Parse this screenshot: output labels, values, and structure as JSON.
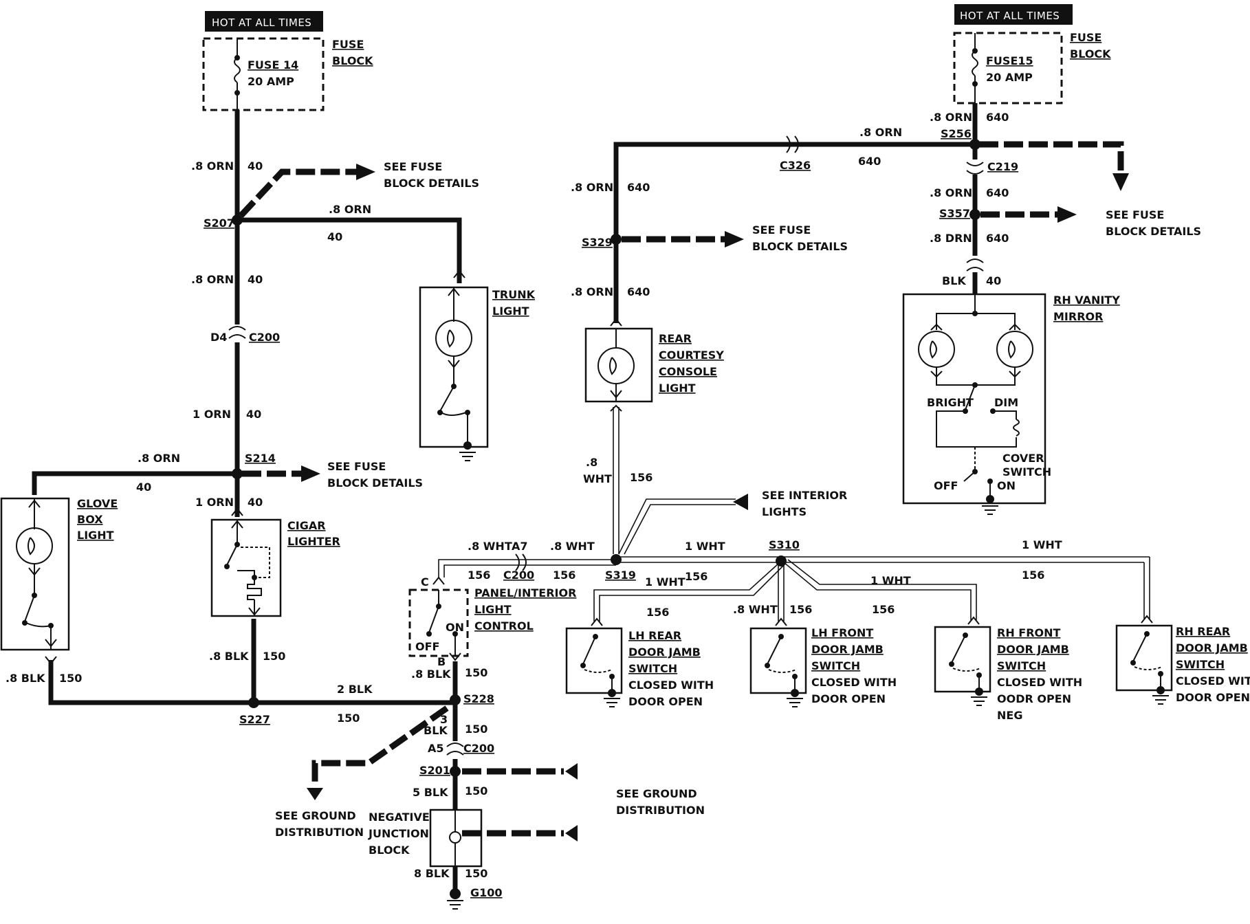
{
  "hot_left": "HOT AT ALL TIMES",
  "hot_right": "HOT AT ALL TIMES",
  "fuse14": {
    "name": "FUSE 14",
    "amp": "20 AMP",
    "block1": "FUSE",
    "block2": "BLOCK"
  },
  "fuse15": {
    "name": "FUSE15",
    "amp": "20 AMP",
    "block1": "FUSE",
    "block2": "BLOCK"
  },
  "left_wires": {
    "w1_color": ".8 ORN",
    "w1_num": "40",
    "s207": "S207",
    "branch_color": ".8 ORN",
    "branch_num": "40",
    "w2_color": ".8 ORN",
    "w2_num": "40",
    "d4": "D4",
    "c200": "C200",
    "w3_color": "1 ORN",
    "w3_num": "40",
    "s214": "S214",
    "glove_color": ".8 ORN",
    "glove_num": "40",
    "w4_color": "1 ORN",
    "w4_num": "40",
    "cig_blk_color": ".8 BLK",
    "cig_blk_num": "150",
    "glove_blk_color": ".8 BLK",
    "glove_blk_num": "150",
    "s227": "S227",
    "blk2_color": "2 BLK",
    "blk2_num": "150"
  },
  "see_fuse_1": [
    "SEE FUSE",
    "BLOCK DETAILS"
  ],
  "see_fuse_2": [
    "SEE FUSE",
    "BLOCK DETAILS"
  ],
  "see_fuse_3": [
    "SEE FUSE",
    "BLOCK DETAILS"
  ],
  "see_fuse_4": [
    "SEE FUSE",
    "BLOCK DETAILS"
  ],
  "trunk_light": [
    "TRUNK",
    "LIGHT"
  ],
  "glove_box_light": [
    "GLOVE",
    "BOX",
    "LIGHT"
  ],
  "cigar_lighter": [
    "CIGAR",
    "LIGHTER"
  ],
  "rear_console": [
    "REAR",
    "COURTESY",
    "CONSOLE",
    "LIGHT"
  ],
  "right_wires": {
    "top_color": ".8 ORN",
    "top_num": "640",
    "c326": "C326",
    "s256_color": ".8 ORN",
    "s256_num": "640",
    "s256": "S256",
    "c219": "C219",
    "w_color": ".8 ORN",
    "w_num": "640",
    "s357": "S357",
    "w2_color": ".8 DRN",
    "w2_num": "640",
    "blk": "BLK",
    "blk_num": "40",
    "left_color": ".8 ORN",
    "left_num": "640",
    "s329": "S329",
    "left2_color": ".8 ORN",
    "left2_num": "640",
    "wht_color1": ".8",
    "wht_color2": "WHT",
    "wht_num": "156"
  },
  "vanity": {
    "title": [
      "RH VANITY",
      "MIRROR"
    ],
    "bright": "BRIGHT",
    "dim": "DIM",
    "cover": [
      "COVER",
      "SWITCH"
    ],
    "off": "OFF",
    "on": "ON"
  },
  "interior": {
    "see": [
      "SEE INTERIOR",
      "LIGHTS"
    ]
  },
  "center_wires": {
    "wht8_a": ".8 WHT",
    "a7": "A7",
    "wht8_b": ".8 WHT",
    "n156_a": "156",
    "c200": "C200",
    "n156_b": "156",
    "s319": "S319",
    "wht1_a": "1 WHT",
    "s310": "S310",
    "wht1_b": "1 WHT",
    "wht1_c": "1 WHT",
    "n156_c": "156",
    "n156_d": "156",
    "wht8_c": ".8 WHT",
    "n156_e": "156",
    "wht1_d": "1 WHT",
    "n156_f": "156",
    "n156_g": "156"
  },
  "panel": {
    "c": "C",
    "title": [
      "PANEL/INTERIOR",
      "LIGHT",
      "CONTROL"
    ],
    "on": "ON",
    "off": "OFF",
    "b": "B"
  },
  "lh_rear": [
    "LH REAR",
    "DOOR JAMB",
    "SWITCH",
    "CLOSED WITH",
    "DOOR OPEN"
  ],
  "lh_front": [
    "LH FRONT",
    "DOOR JAMB",
    "SWITCH",
    "CLOSED WITH",
    "DOOR OPEN"
  ],
  "rh_front": [
    "RH FRONT",
    "DOOR JAMB",
    "SWITCH",
    "CLOSED WITH",
    "OODR OPEN",
    "NEG"
  ],
  "rh_rear": [
    "RH REAR",
    "DOOR JAMB",
    "SWITCH",
    "CLOSED WITH",
    "DOOR OPEN"
  ],
  "ground": {
    "blk8_color": ".8 BLK",
    "blk8_num": "150",
    "s228": "S228",
    "blk3_color1": "3",
    "blk3_color2": "BLK",
    "blk3_num": "150",
    "a5": "A5",
    "c200": "C200",
    "s201": "S201",
    "blk5_color": "5 BLK",
    "blk5_num": "150",
    "blk8b_color": "8 BLK",
    "blk8b_num": "150",
    "g100": "G100",
    "see_left": [
      "SEE GROUND",
      "DISTRIBUTION"
    ],
    "see_right": [
      "SEE GROUND",
      "DISTRIBUTION"
    ],
    "njb": [
      "NEGATIVE",
      "JUNCTION",
      "BLOCK"
    ]
  }
}
